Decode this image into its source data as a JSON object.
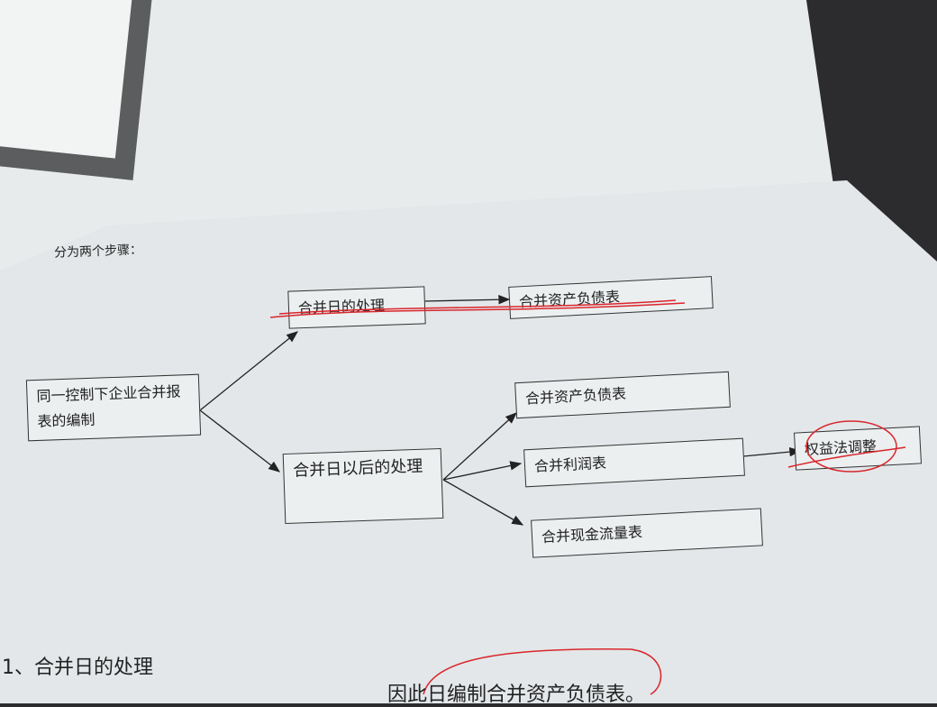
{
  "intro": "分为两个步骤：",
  "diagram": {
    "root": "同一控制下企业合并报表的编制",
    "node_on_date": "合并日的处理",
    "node_on_date_child": "合并资产负债表",
    "node_after_date": "合并日以后的处理",
    "after_children": [
      "合并资产负债表",
      "合并利润表",
      "合并现金流量表"
    ],
    "equity_adjust": "权益法调整"
  },
  "section_heading": "1、合并日的处理",
  "bottom_text": "因此日编制合并资产负债表。",
  "annotation_color": "#d9262c"
}
